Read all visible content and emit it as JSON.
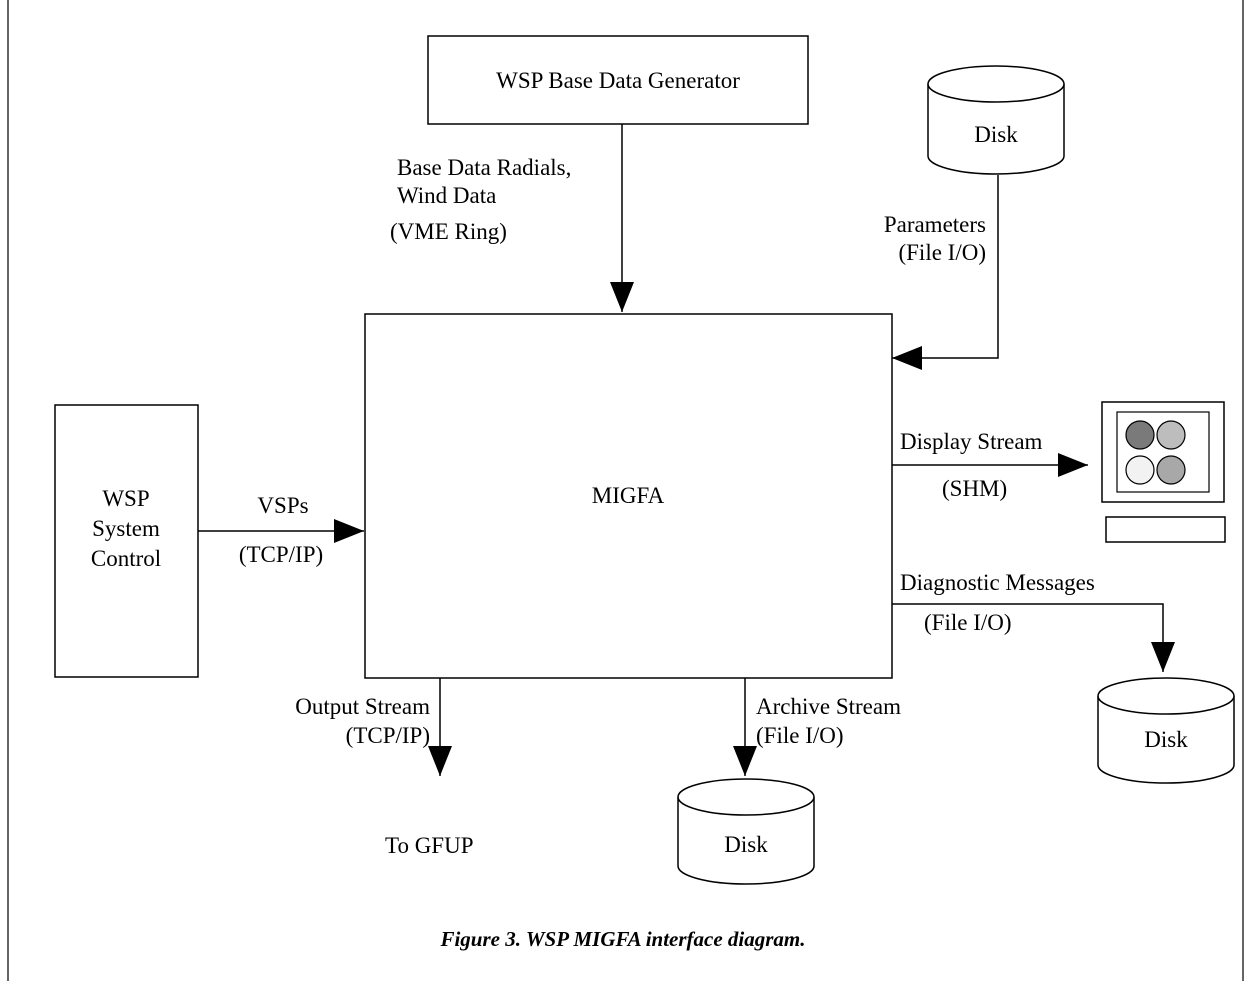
{
  "diagram": {
    "nodes": {
      "generator": "WSP Base Data Generator",
      "migfa": "MIGFA",
      "system_control": [
        "WSP",
        "System",
        "Control"
      ],
      "disk_params": "Disk",
      "disk_archive": "Disk",
      "disk_diag": "Disk",
      "gfup": "To GFUP"
    },
    "edges": {
      "base_data": [
        "Base Data Radials,",
        "Wind Data",
        "(VME Ring)"
      ],
      "parameters": [
        "Parameters",
        "(File I/O)"
      ],
      "vsps": [
        "VSPs",
        "(TCP/IP)"
      ],
      "display": [
        "Display Stream",
        "(SHM)"
      ],
      "diagnostic": [
        "Diagnostic Messages",
        "(File I/O)"
      ],
      "output": [
        "Output Stream",
        "(TCP/IP)"
      ],
      "archive": [
        "Archive Stream",
        "(File I/O)"
      ]
    },
    "monitor_icon": "monitor-icon",
    "caption": "Figure 3.  WSP MIGFA interface diagram."
  }
}
